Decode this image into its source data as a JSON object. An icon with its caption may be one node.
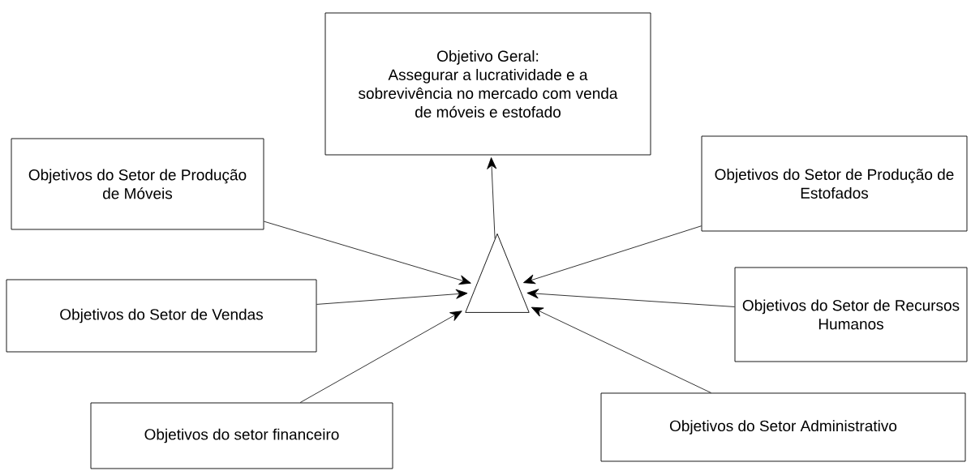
{
  "diagram": {
    "nodes": [
      {
        "text": [
          "Objetivo Geral:",
          "Assegurar a lucratividade e a sobrevivência no mercado com venda de móveis e estofado"
        ]
      },
      {
        "text": [
          "Objetivos do Setor de Produção de Móveis"
        ]
      },
      {
        "text": [],
        "shape": "triangle"
      },
      {
        "text": [
          "Objetivos do Setor de Produção de Estofados"
        ]
      },
      {
        "text": [
          "Objetivos do Setor de Vendas"
        ]
      },
      {
        "text": [
          "Objetivos do Setor de Recursos Humanos"
        ]
      },
      {
        "text": [
          "Objetivos do setor financeiro"
        ]
      },
      {
        "text": [
          "Objetivos do Setor Administrativo"
        ]
      }
    ],
    "edges": [
      {
        "from": 2,
        "to": 0,
        "arrow": "to"
      },
      {
        "from": 1,
        "to": 2,
        "arrow": "to"
      },
      {
        "from": 3,
        "to": 2,
        "arrow": "to"
      },
      {
        "from": 4,
        "to": 2,
        "arrow": "to"
      },
      {
        "from": 5,
        "to": 2,
        "arrow": "to"
      },
      {
        "from": 6,
        "to": 2,
        "arrow": "to"
      },
      {
        "from": 7,
        "to": 2,
        "arrow": "to"
      }
    ]
  }
}
